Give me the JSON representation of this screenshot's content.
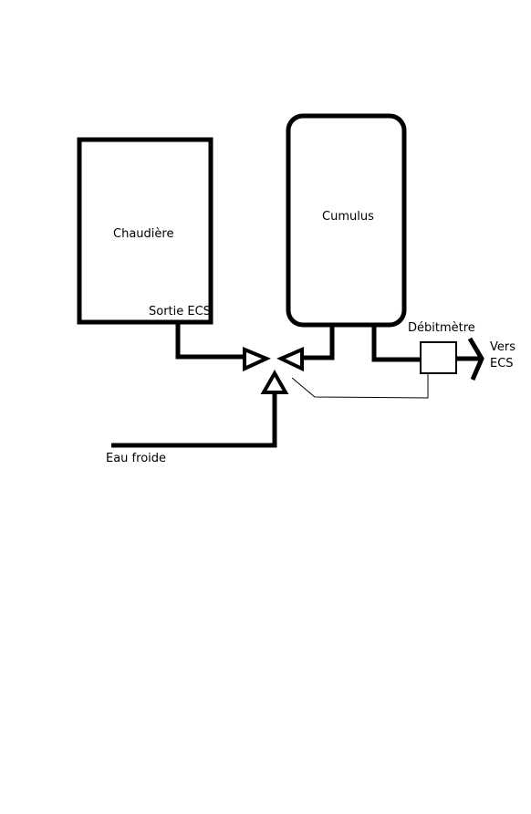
{
  "labels": {
    "boiler": "Chaudière",
    "boiler_outlet": "Sortie ECS",
    "tank": "Cumulus",
    "flowmeter": "Débitmètre",
    "to_dhw_line1": "Vers",
    "to_dhw_line2": "ECS",
    "cold_water": "Eau froide"
  }
}
